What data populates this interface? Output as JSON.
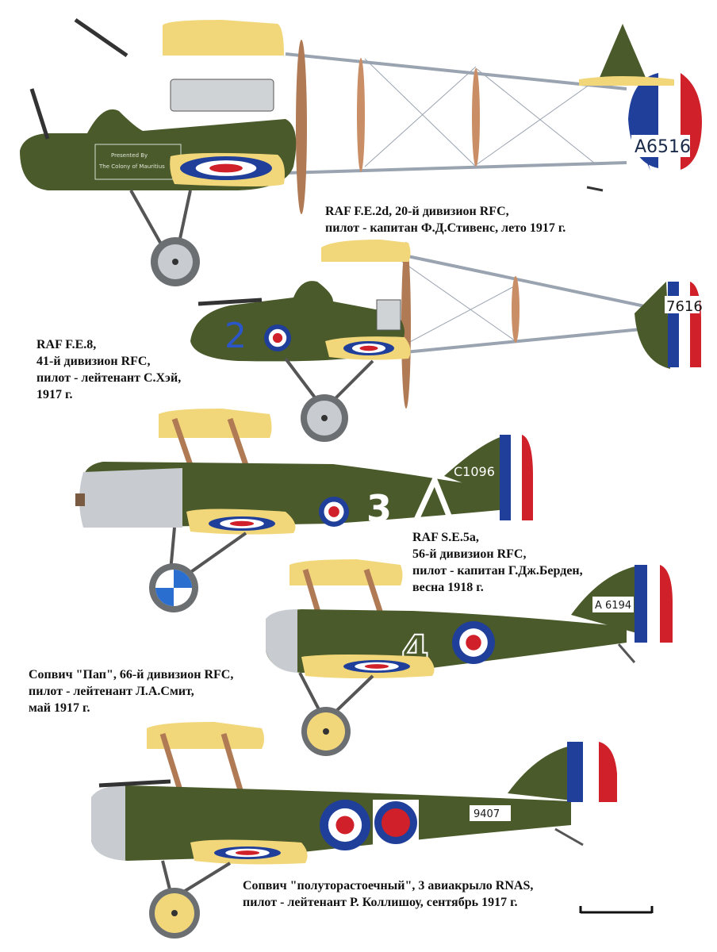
{
  "aircraft": [
    {
      "serial": "A6516",
      "side_text": [
        "Presented By",
        "The Colony of Mauritius"
      ],
      "caption": [
        "RAF F.E.2d,  20-й дивизион  RFC,",
        "пилот - капитан Ф.Д.Стивенс, лето 1917 г."
      ]
    },
    {
      "serial": "7616",
      "fuselage_number": "2",
      "caption": [
        "RAF F.E.8,",
        "41-й дивизион RFC,",
        "пилот - лейтенант С.Хэй,",
        "1917 г."
      ]
    },
    {
      "serial": "C1096",
      "fuselage_number": "3",
      "caption": [
        "RAF S.E.5a,",
        "56-й дивизион RFC,",
        "пилот - капитан Г.Дж.Берден,",
        "весна 1918 г."
      ]
    },
    {
      "serial": "A 6194",
      "fuselage_number": "4",
      "caption": [
        "Сопвич \"Пап\", 66-й дивизион RFC,",
        "пилот - лейтенант Л.А.Смит,",
        "май 1917 г."
      ]
    },
    {
      "serial": "9407",
      "caption": [
        "Сопвич \"полуторастоечный\", 3 авиакрыло RNAS,",
        "пилот - лейтенант Р. Коллишоу, сентябрь 1917 г."
      ]
    }
  ],
  "colors": {
    "fuselage_green": "#4a5a2a",
    "wing_yellow": "#f2d77a",
    "strut_brown": "#b07a55",
    "roundel_blue": "#1f3f9a",
    "roundel_red": "#d0202a",
    "metal_grey": "#c8ccd0"
  }
}
